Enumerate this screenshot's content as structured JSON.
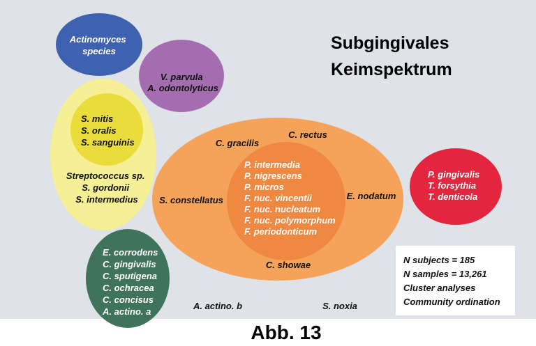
{
  "title": [
    "Subgingivales",
    "Keimspektrum"
  ],
  "figure_label": "Abb. 13",
  "colors": {
    "background": "#dfe2e6",
    "blue": "#3f62b0",
    "purple": "#a46db0",
    "yellow_outer": "#f5f095",
    "yellow_inner": "#eadd3b",
    "orange_outer": "#f5a35b",
    "orange_inner": "#ef8840",
    "red": "#e3253e",
    "green": "#40745a"
  },
  "clusters": {
    "blue": [
      "Actinomyces",
      "species"
    ],
    "purple": [
      "V. parvula",
      "A. odontolyticus"
    ],
    "yellow_inner": [
      "S. mitis",
      "S. oralis",
      "S. sanguinis"
    ],
    "yellow_outer": [
      "Streptococcus sp.",
      "S. gordonii",
      "S. intermedius"
    ],
    "orange_outer": {
      "top_left": "C. gracilis",
      "top_right": "C. rectus",
      "left": "S. constellatus",
      "right": "E. nodatum",
      "bottom": "C. showae"
    },
    "orange_inner": [
      "P. intermedia",
      "P. nigrescens",
      "P. micros",
      "F. nuc. vincentii",
      "F. nuc. nucleatum",
      "F. nuc. polymorphum",
      "F. periodonticum"
    ],
    "red": [
      "P. gingivalis",
      "T. forsythia",
      "T. denticola"
    ],
    "green": [
      "E. corrodens",
      "C. gingivalis",
      "C. sputigena",
      "C. ochracea",
      "C. concisus",
      "A. actino. a"
    ]
  },
  "unclustered": [
    "A. actino. b",
    "S. noxia"
  ],
  "info_box": [
    "N subjects = 185",
    "N samples = 13,261",
    "Cluster analyses",
    "Community ordination"
  ]
}
